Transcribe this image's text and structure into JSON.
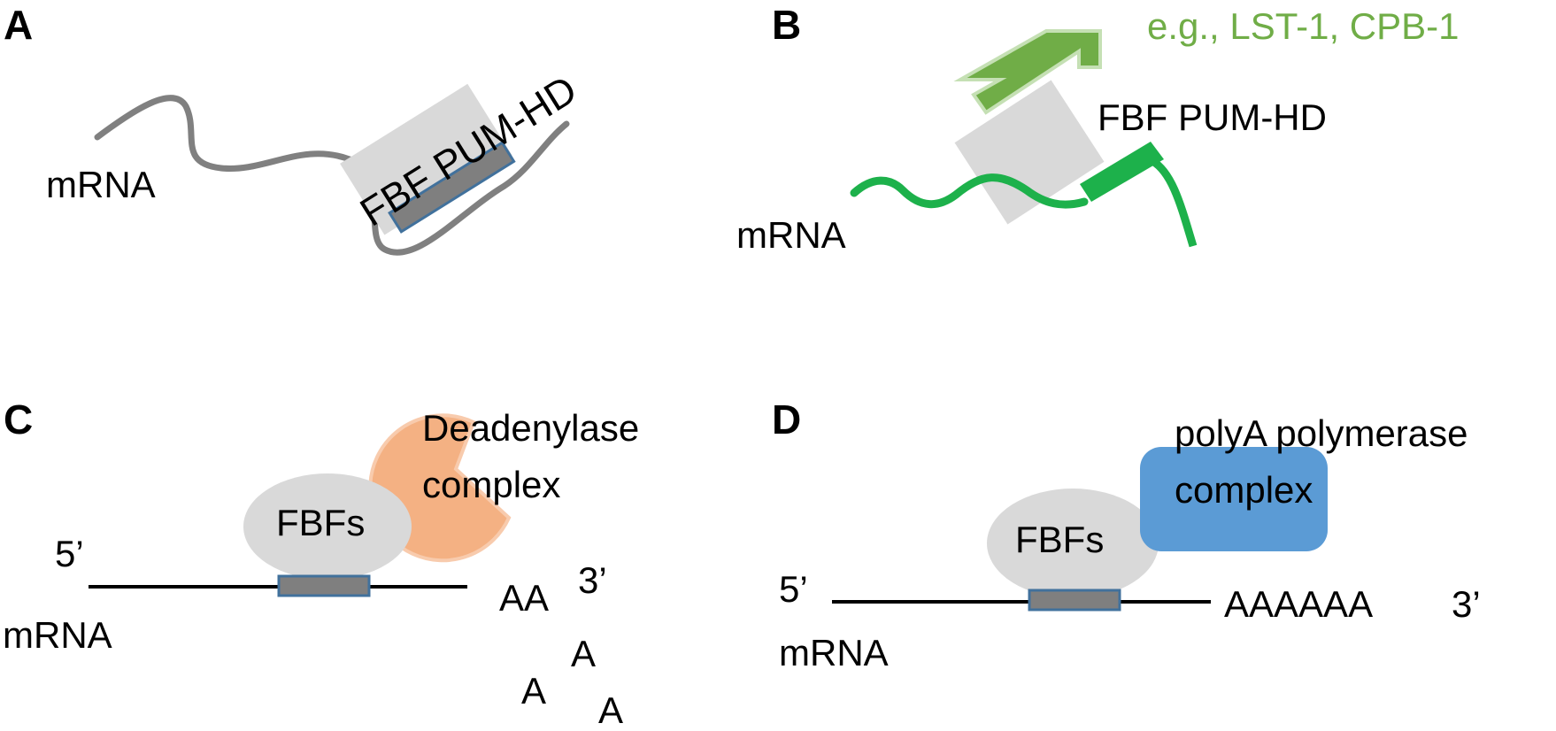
{
  "panels": {
    "a": {
      "letter": "A",
      "mrna_label": "mRNA",
      "protein_label": "FBF PUM-HD"
    },
    "b": {
      "letter": "B",
      "mrna_label": "mRNA",
      "protein_label": "FBF PUM-HD",
      "partner_label": "e.g., LST-1, CPB-1"
    },
    "c": {
      "letter": "C",
      "five_prime": "5’",
      "three_prime": "3’",
      "mrna_label": "mRNA",
      "fbfs_label": "FBFs",
      "complex_line1": "Deadenylase",
      "complex_line2": "complex",
      "polyA_tail": "AA",
      "released_a": [
        "A",
        "A",
        "A"
      ]
    },
    "d": {
      "letter": "D",
      "five_prime": "5’",
      "three_prime": "3’",
      "mrna_label": "mRNA",
      "fbfs_label": "FBFs",
      "complex_line1": "polyA polymerase",
      "complex_line2": "complex",
      "polyA_tail": "AAAAAA"
    }
  },
  "colors": {
    "grey_mrna": "#808080",
    "green_mrna": "#1db14b",
    "protein_box": "#d9d9d9",
    "binding_site": "#7f7f7f",
    "binding_border": "#41719c",
    "partner_green": "#70ad47",
    "deadenylase": "#f4b183",
    "polymerase": "#5b9bd5",
    "partner_text": "#70ad47"
  }
}
